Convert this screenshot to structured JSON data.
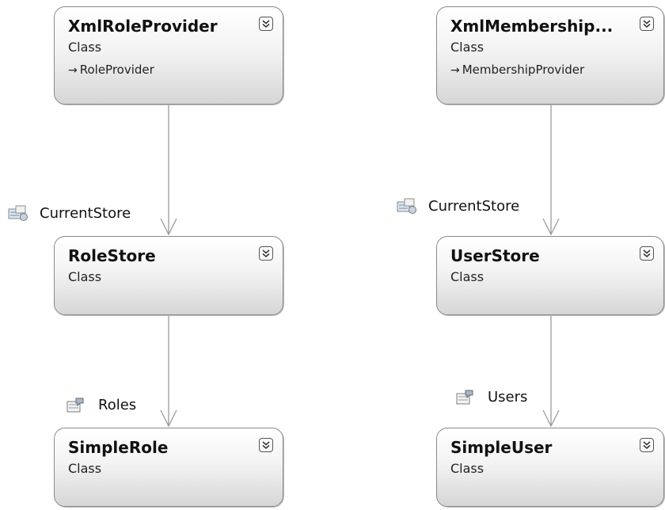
{
  "classes": {
    "xml_role_provider": {
      "name": "XmlRoleProvider",
      "kind": "Class",
      "base": "RoleProvider"
    },
    "xml_membership_provider": {
      "name": "XmlMembership...",
      "kind": "Class",
      "base": "MembershipProvider"
    },
    "role_store": {
      "name": "RoleStore",
      "kind": "Class"
    },
    "user_store": {
      "name": "UserStore",
      "kind": "Class"
    },
    "simple_role": {
      "name": "SimpleRole",
      "kind": "Class"
    },
    "simple_user": {
      "name": "SimpleUser",
      "kind": "Class"
    }
  },
  "associations": {
    "left_current_store": "CurrentStore",
    "right_current_store": "CurrentStore",
    "roles": "Roles",
    "users": "Users"
  },
  "icons": {
    "expander": "double-chevron-down-icon",
    "inherit": "inheritance-arrow-icon",
    "field": "field-icon",
    "property": "property-icon"
  }
}
